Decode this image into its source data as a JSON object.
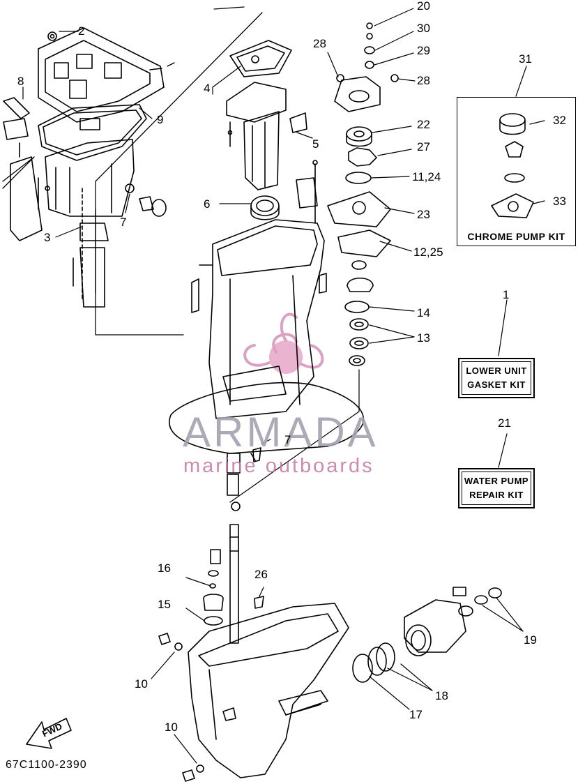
{
  "watermark": {
    "brand": "ARMADA",
    "tagline": "marine outboards"
  },
  "diagram_code": "67C1100-2390",
  "fwd_label": "FWD",
  "kits": {
    "lower_unit": {
      "number": "1",
      "line1": "LOWER UNIT",
      "line2": "GASKET KIT"
    },
    "water_pump": {
      "number": "21",
      "line1": "WATER PUMP",
      "line2": "REPAIR KIT"
    },
    "chrome": {
      "number": "31",
      "title": "CHROME PUMP KIT",
      "part_a": "32",
      "part_b": "33"
    }
  },
  "callouts": {
    "c2": "2",
    "c3": "3",
    "c4": "4",
    "c5": "5",
    "c6": "6",
    "c7a": "7",
    "c7b": "7",
    "c8": "8",
    "c9": "9",
    "c10a": "10",
    "c10b": "10",
    "c11": "11,24",
    "c12": "12,25",
    "c13": "13",
    "c14": "14",
    "c15": "15",
    "c16": "16",
    "c17": "17",
    "c18": "18",
    "c19": "19",
    "c20": "20",
    "c22": "22",
    "c23": "23",
    "c26": "26",
    "c27": "27",
    "c28a": "28",
    "c28b": "28",
    "c29": "29",
    "c30": "30"
  },
  "colors": {
    "line": "#000000",
    "watermark_grey": "#a2a2b0",
    "watermark_pink": "#c77fa9"
  }
}
